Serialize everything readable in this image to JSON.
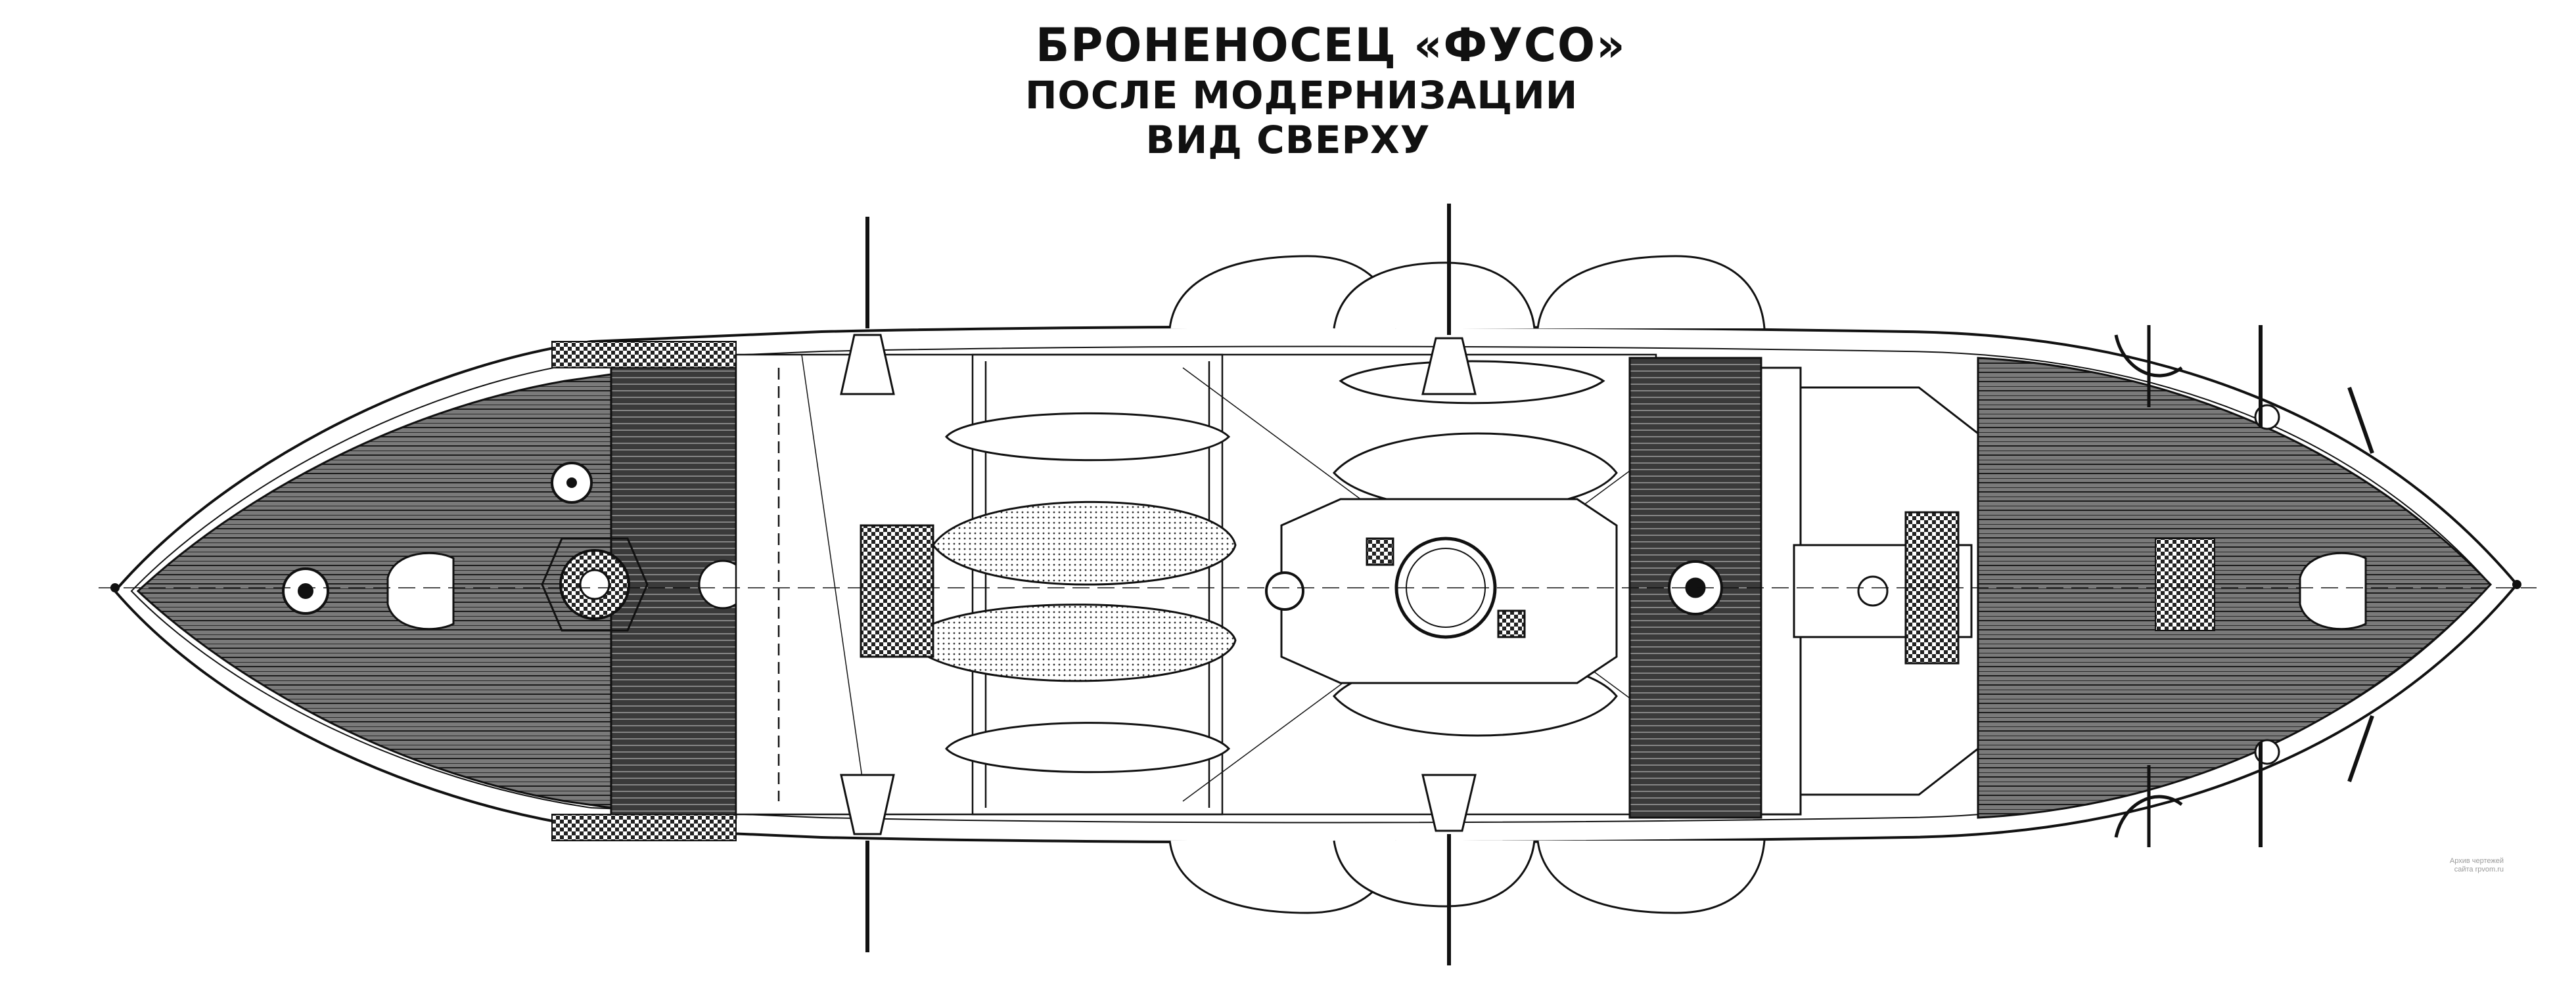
{
  "title": {
    "line1": "БРОНЕНОСЕЦ «ФУСО»",
    "line2": "ПОСЛЕ МОДЕРНИЗАЦИИ",
    "line3": "ВИД СВЕРХУ"
  },
  "credit": {
    "line1": "Архив чертежей",
    "line2": "сайта rpvom.ru"
  },
  "colors": {
    "ink": "#111111",
    "deck_hatch": "#2b2b2b",
    "paper": "#ffffff"
  }
}
